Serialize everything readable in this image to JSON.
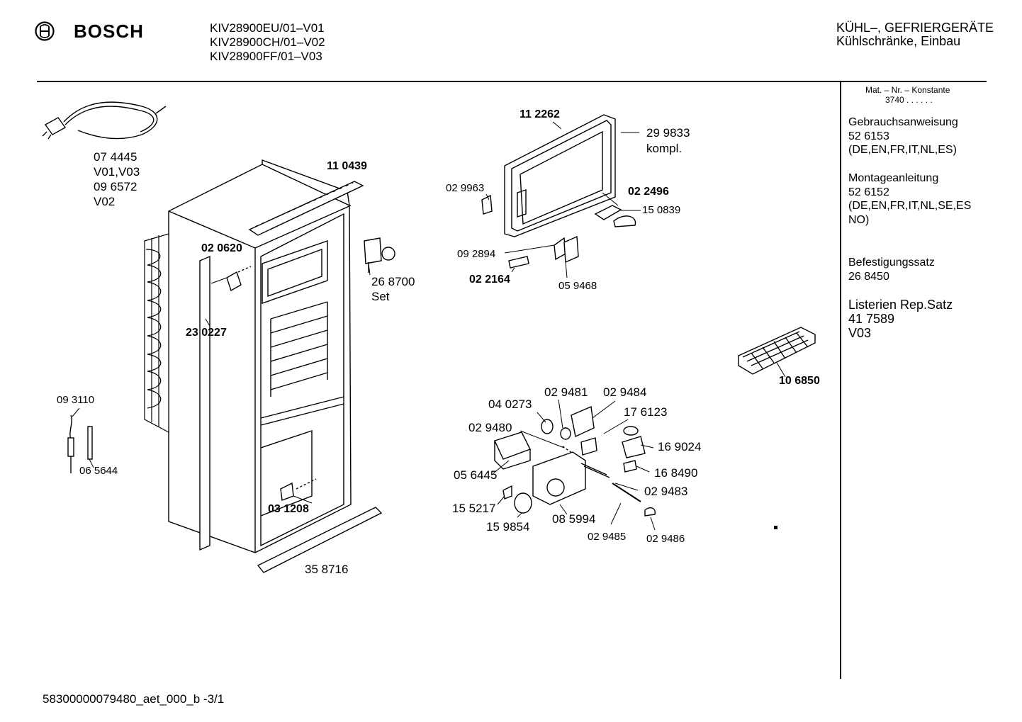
{
  "header": {
    "brand": "BOSCH",
    "models": [
      "KIV28900EU/01–V01",
      "KIV28900CH/01–V02",
      "KIV28900FF/01–V03"
    ],
    "category_line1": "KÜHL–, GEFRIERGERÄTE",
    "category_line2": "Kühlschränke, Einbau"
  },
  "sidebar": {
    "mat_header": "Mat. – Nr. – Konstante",
    "mat_value": "3740  .  .  .  .  .  .",
    "items": [
      {
        "title": "Gebrauchsanweisung",
        "number": "52 6153",
        "langs": "(DE,EN,FR,IT,NL,ES)"
      },
      {
        "title": "Montageanleitung",
        "number": "52 6152",
        "langs": "(DE,EN,FR,IT,NL,SE,ES",
        "langs2": "NO)"
      },
      {
        "title": "Befestigungssatz",
        "number": "26 8450"
      },
      {
        "title": "Listerien Rep.Satz",
        "number": "41 7589",
        "variant": "V03"
      }
    ]
  },
  "parts": {
    "cord": "07 4445",
    "cord_v1": "V01,V03",
    "cord_alt": "09 6572",
    "cord_v2": "V02",
    "rail_top": "11 0439",
    "bracket": "02 0620",
    "hinge": "26 8700",
    "hinge_set": "Set",
    "seal_strip": "23 0227",
    "sensor": "09 3110",
    "rod": "06 5644",
    "foot": "03 1208",
    "bottom_rail": "35 8716",
    "door_frame": "11 2262",
    "door": "29 9833",
    "door_kompl": "kompl.",
    "clip": "02 9963",
    "handle_base": "02 2496",
    "handle": "15 0839",
    "door_hinge": "09 2894",
    "pin": "02 2164",
    "hinge_plate": "05 9468",
    "ice_tray": "10 6850",
    "bulb": "04 0273",
    "holder_a": "02 9481",
    "holder_b": "02 9484",
    "lamp_socket": "17 6123",
    "capillary": "02 9480",
    "thermostat": "16 9024",
    "cable": "16 8490",
    "lamp_cover": "05 6445",
    "tube": "02 9483",
    "knob_cap": "15 5217",
    "knob": "15 9854",
    "housing": "08 5994",
    "probe": "02 9485",
    "clamp": "02 9486"
  },
  "footer": {
    "doc_id": "58300000079480_aet_000_b  -3/1"
  }
}
